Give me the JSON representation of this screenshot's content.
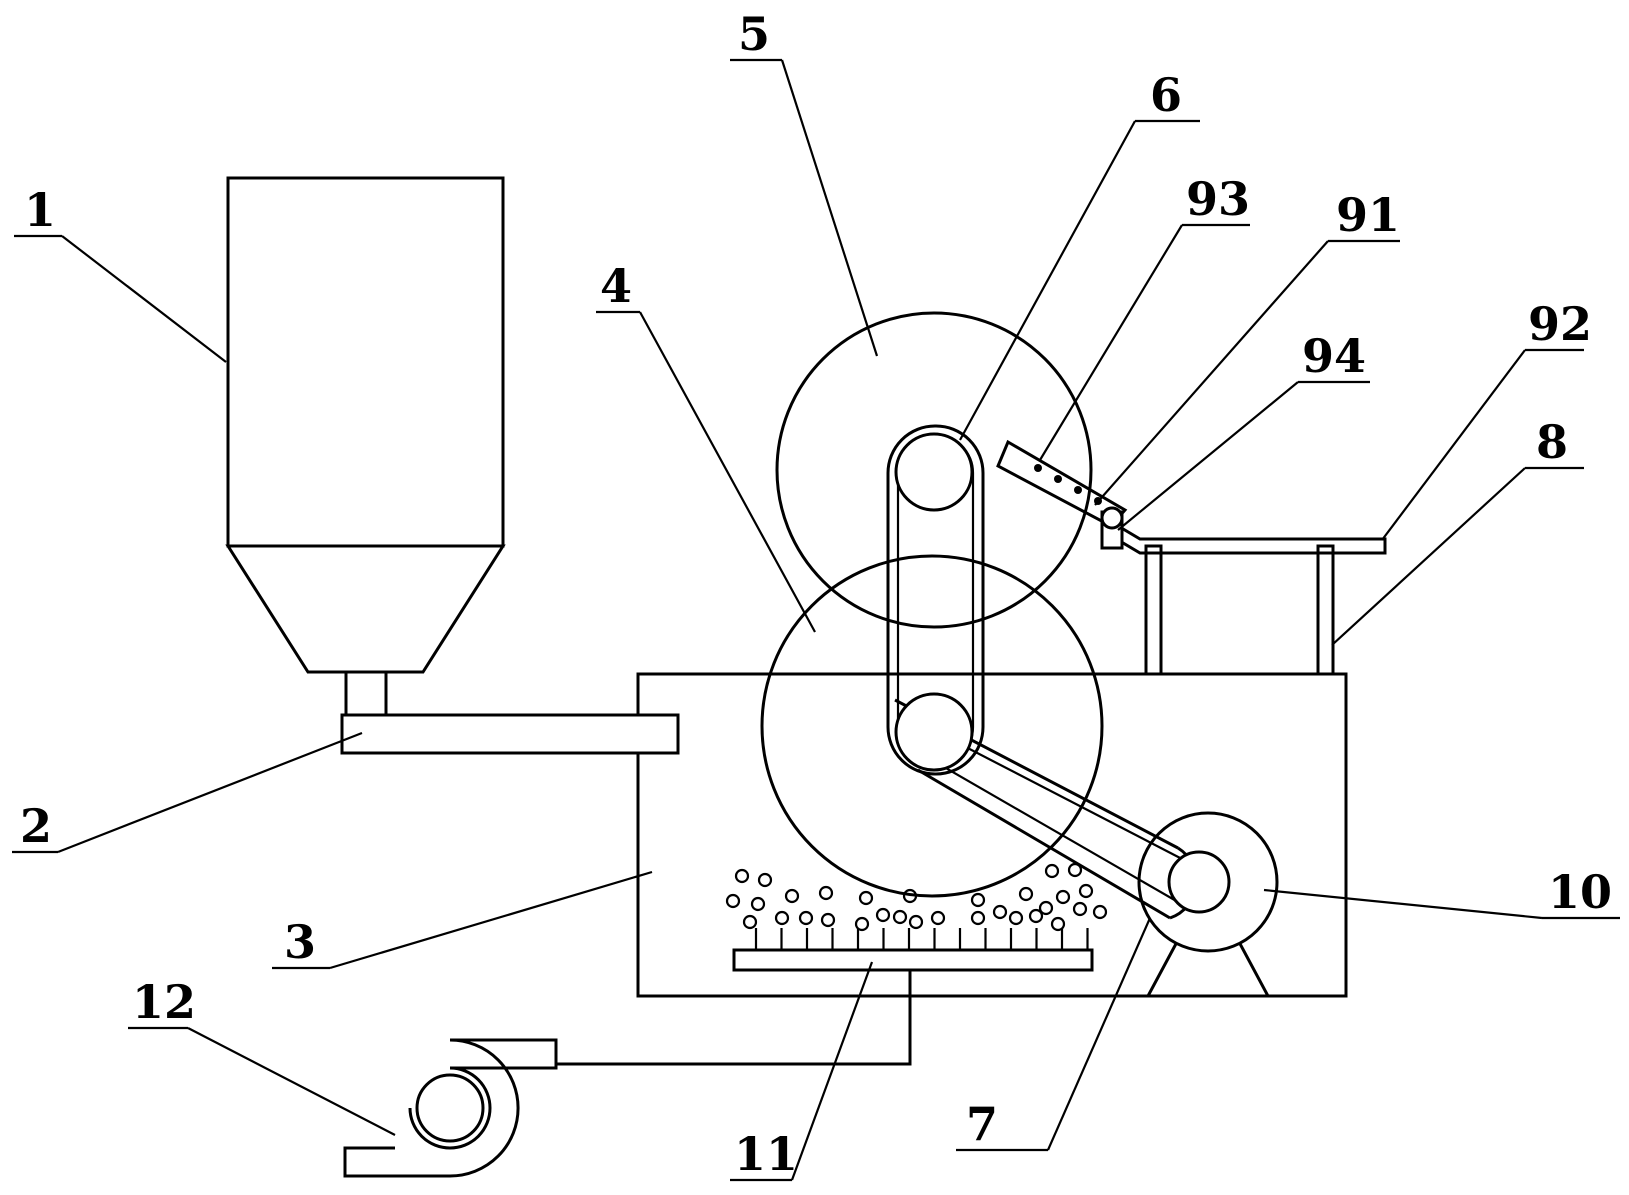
{
  "labels": {
    "l1": "1",
    "l2": "2",
    "l3": "3",
    "l4": "4",
    "l5": "5",
    "l6": "6",
    "l7": "7",
    "l8": "8",
    "l10": "10",
    "l11": "11",
    "l12": "12",
    "l91": "91",
    "l92": "92",
    "l93": "93",
    "l94": "94"
  }
}
